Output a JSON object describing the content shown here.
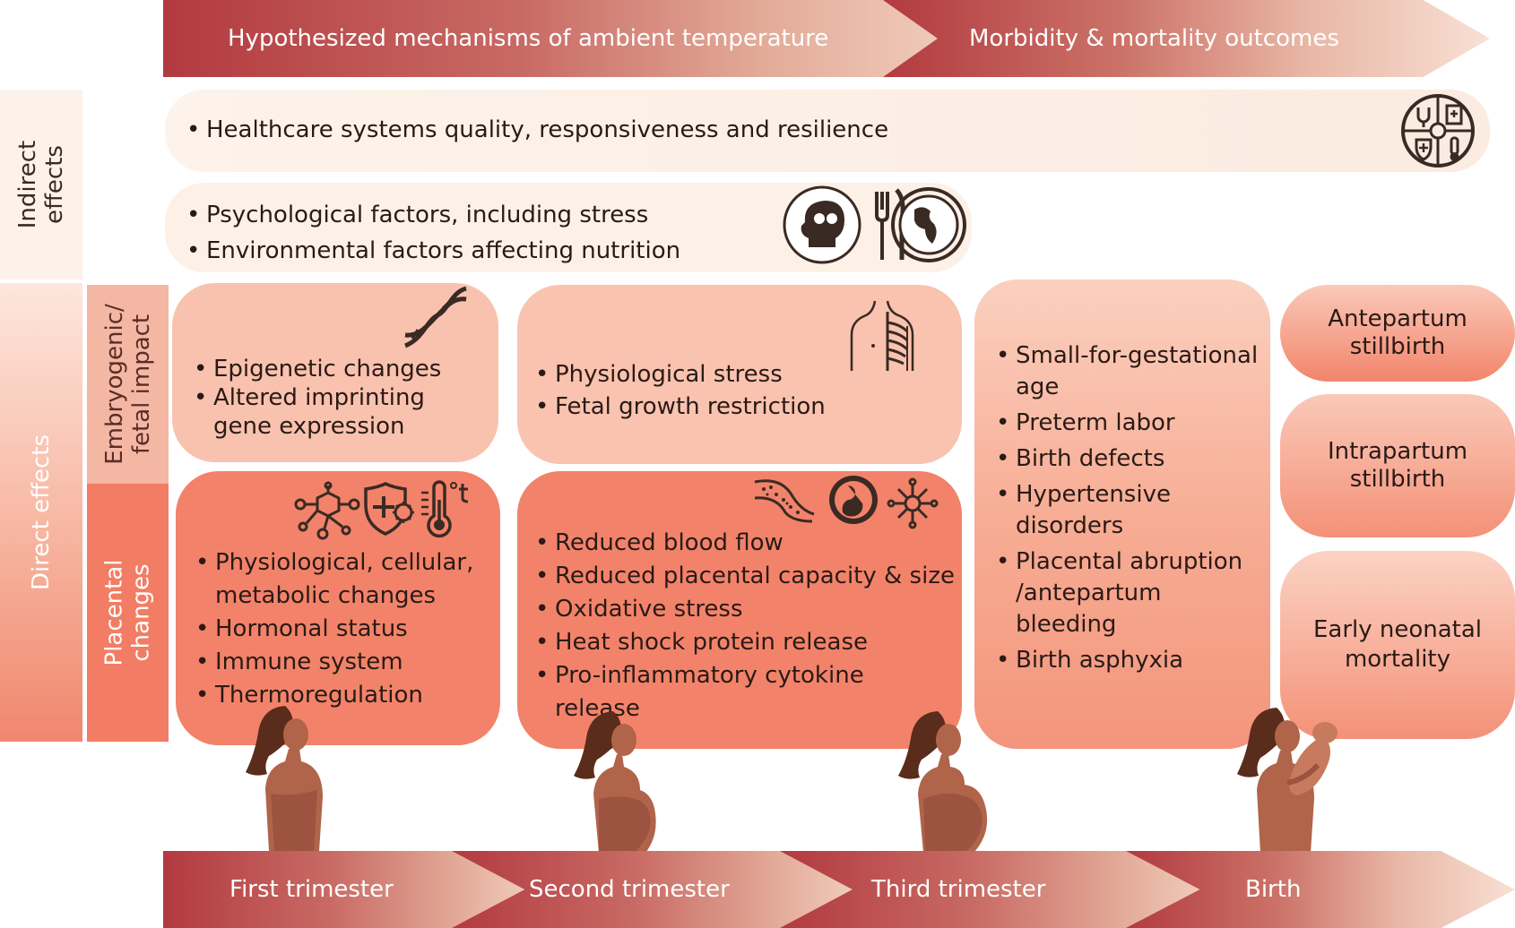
{
  "header": {
    "left_arrow": "Hypothesized mechanisms of ambient temperature",
    "right_arrow": "Morbidity & mortality outcomes"
  },
  "side_labels": {
    "indirect": "Indirect effects",
    "direct": "Direct effects",
    "embryogenic": "Embryogenic/ fetal impact",
    "placental": "Placental changes"
  },
  "indirect": {
    "healthcare": "Healthcare systems quality, responsiveness and resilience",
    "psychological": "Psychological factors, including stress",
    "environmental": "Environmental factors affecting nutrition"
  },
  "embryogenic": {
    "first": [
      "Epigenetic changes",
      "Altered imprinting gene expression"
    ],
    "second": [
      "Physiological stress",
      "Fetal growth restriction"
    ]
  },
  "placental": {
    "first": [
      "Physiological, cellular, metabolic changes",
      "Hormonal status",
      "Immune system",
      "Thermoregulation"
    ],
    "second": [
      "Reduced blood flow",
      "Reduced placental capacity & size",
      "Oxidative stress",
      "Heat shock protein release",
      "Pro-inflammatory cytokine release"
    ]
  },
  "outcomes": [
    "Small-for-gestational age",
    "Preterm labor",
    "Birth defects",
    "Hypertensive disorders",
    "Placental abruption /antepartum bleeding",
    "Birth asphyxia"
  ],
  "mortality": {
    "antepartum": "Antepartum stillbirth",
    "intrapartum": "Intrapartum stillbirth",
    "neonatal": "Early neonatal mortality"
  },
  "timeline": [
    "First trimester",
    "Second trimester",
    "Third trimester",
    "Birth"
  ],
  "colors": {
    "arrow_dark": "#b23a40",
    "placental_box": "#f2836a",
    "embryo_box": "#f9c2af",
    "indirect_bg": "#fdf2ea",
    "figure_skin": "#b0644a",
    "figure_hair": "#5a2c1c"
  },
  "icons": [
    "dna-icon",
    "anatomy-torso-icon",
    "healthcare-system-icon",
    "psychology-head-icon",
    "nutrition-globe-icon",
    "molecule-icon",
    "immune-shield-icon",
    "thermometer-icon",
    "blood-vessel-icon",
    "fetus-icon",
    "cytokine-icon"
  ]
}
